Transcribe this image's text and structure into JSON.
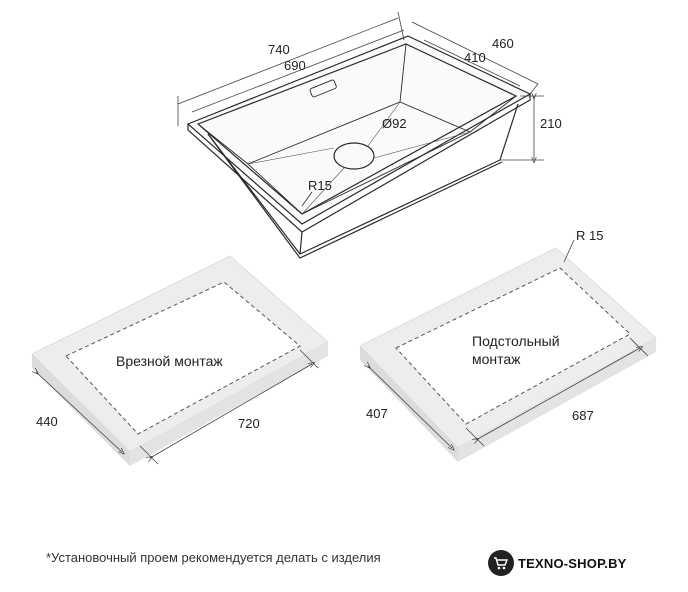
{
  "sink": {
    "dim_overall_length": "740",
    "dim_bowl_length": "690",
    "dim_overall_width": "460",
    "dim_bowl_width": "410",
    "dim_depth": "210",
    "dim_drain": "Ø92",
    "dim_radius": "R15"
  },
  "cutout_top": {
    "label": "Врезной монтаж",
    "dim_width": "440",
    "dim_length": "720"
  },
  "cutout_under": {
    "label_line1": "Подстольный",
    "label_line2": "монтаж",
    "dim_radius": "R 15",
    "dim_width": "407",
    "dim_length": "687"
  },
  "footnote": "*Установочный проем рекомендуется делать с изделия",
  "logo": {
    "text": "TEXNO-SHOP.BY",
    "icon": "cart-icon"
  }
}
